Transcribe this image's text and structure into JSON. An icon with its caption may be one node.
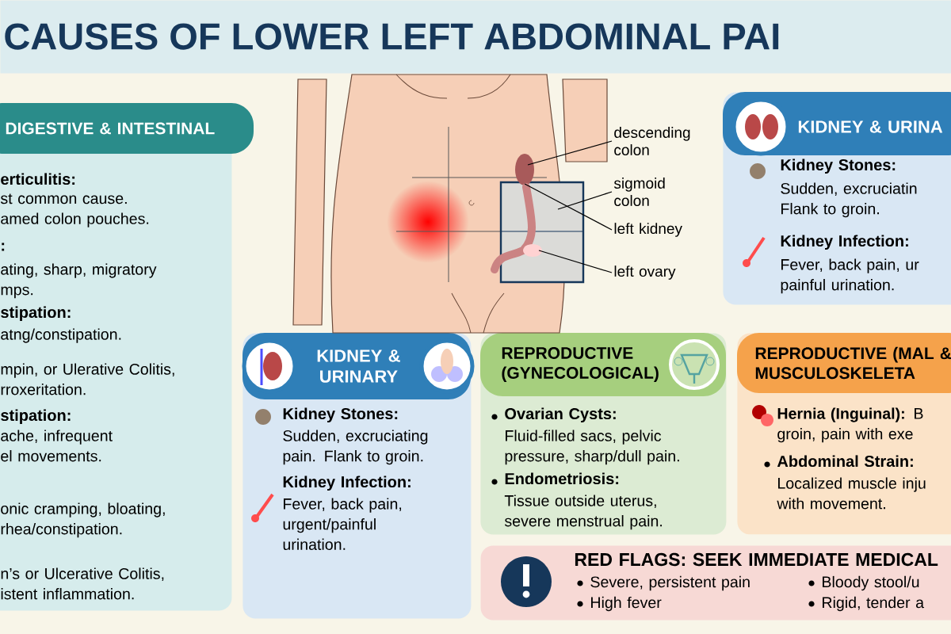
{
  "diagram": {
    "title": "CAUSES OF LOWER LEFT ABDOMINAL PAI",
    "nodes": [
      {
        "text": [],
        "shape": "box"
      },
      {
        "text": [
          "DIGESTIVE & INTESTINAL",
          "erticulitis:",
          "st common cause. amed colon pouches.",
          ":",
          "ating, sharp, migratory mps.",
          "stipation:",
          "atng/constipation.",
          "mpin, or Ulerative Colitis, rroxeritation.",
          "stipation:",
          "ache, infrequent el movements.",
          "onic cramping, bloating, rhea/constipation.",
          "n’s or Ulcerative Colitis, istent inflammation."
        ]
      },
      {
        "text": [],
        "shape": "picture"
      },
      {
        "text": [
          "descending colon"
        ]
      },
      {
        "text": [
          "sigmoid colon"
        ]
      },
      {
        "text": [
          "left kidney"
        ]
      },
      {
        "text": [
          "left ovary"
        ]
      },
      {
        "text": [
          "KIDNEY & URINA",
          "Kidney Stones:",
          "Sudden, excruciatin Flank to groin.",
          "Kidney Infection:",
          "Fever, back pain, ur painful urination."
        ]
      },
      {
        "text": [
          "KIDNEY & URINARY",
          "Kidney Stones:",
          "Sudden, excruciating pain. Flank to groin.",
          "Kidney Infection:",
          "Fever, back pain, urgent/painful urination."
        ]
      },
      {
        "text": [
          "REPRODUCTIVE (GYNECOLOGICAL)",
          "Ovarian Cysts:",
          "Fluid-filled sacs, pelvic pressure, sharp/dull pain.",
          "Endometriosis:",
          "Tissue outside uterus, severe menstrual pain."
        ]
      },
      {
        "text": [
          "REPRODUCTIVE (MAL & MUSCULOSKELETA",
          "**Hernia (Inguinal):** B groin, pain with exe",
          "Abdominal Strain:",
          "Localized muscle inju with movement."
        ]
      },
      {
        "text": [
          "RED FLAGS: SEEK IMMEDIATE MEDICAL",
          "Severe, persistent pain",
          "Bloody stool/u",
          "High fever",
          "Rigid, tender a"
        ]
      }
    ],
    "edges": [
      {
        "from": 3,
        "to": 2,
        "arrow": "none"
      },
      {
        "from": 4,
        "to": 2,
        "arrow": "none"
      },
      {
        "from": 5,
        "to": 2,
        "arrow": "none"
      },
      {
        "from": 6,
        "to": 2,
        "arrow": "none"
      }
    ]
  }
}
